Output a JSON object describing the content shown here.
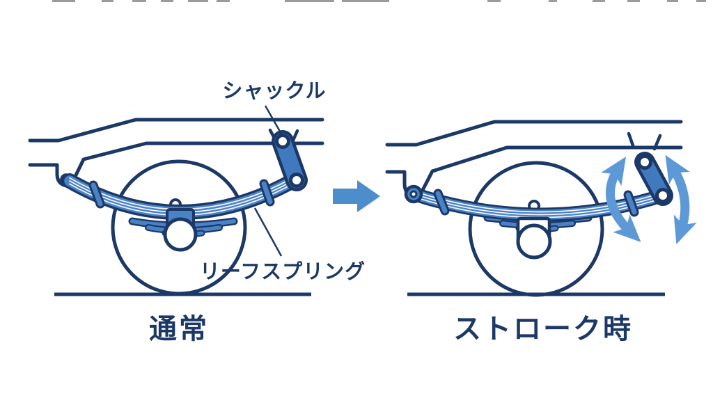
{
  "diagram": {
    "left_panel": {
      "caption": "通常",
      "shackle_label": "シャックル",
      "leaf_spring_label": "リーフスプリング"
    },
    "right_panel": {
      "caption": "ストローク時"
    },
    "icons": {
      "transition": "right-arrow-icon",
      "swing_left": "curved-double-arrow-icon",
      "swing_right": "curved-double-arrow-icon"
    },
    "colors": {
      "outline_navy": "#1B3866",
      "spring_blue": "#4A82C6",
      "shackle_blue": "#4179BE",
      "transition_arrow_blue": "#4E8DCB",
      "swing_arrow_blue": "#5C99D6",
      "background": "#FFFFFF"
    }
  }
}
